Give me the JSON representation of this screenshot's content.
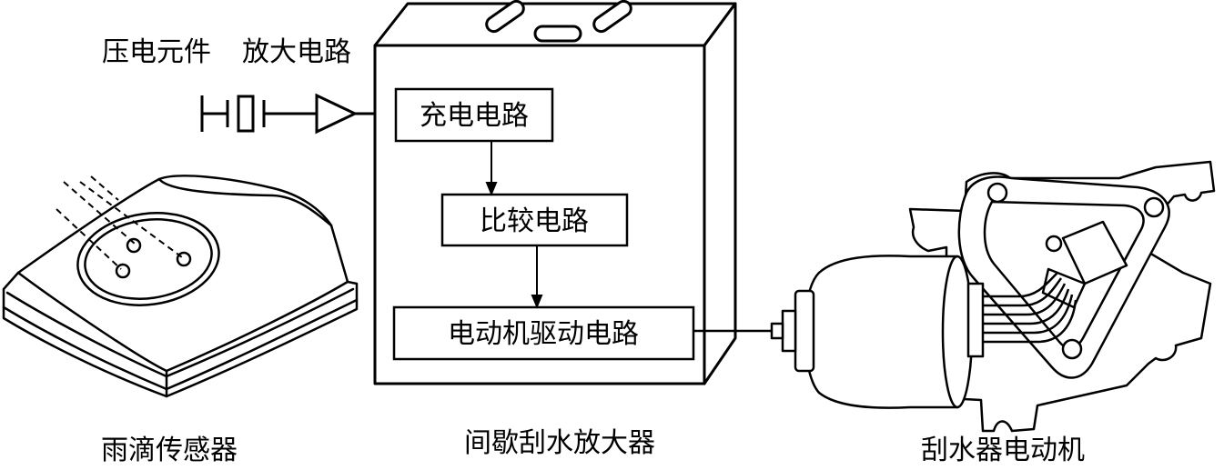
{
  "labels": {
    "piezo": "压电元件",
    "amplifier": "放大电路",
    "rain_sensor": "雨滴传感器",
    "wiper_amplifier": "间歇刮水放大器",
    "wiper_motor": "刮水器电动机"
  },
  "blocks": {
    "charging": "充电电路",
    "comparison": "比较电路",
    "motor_drive": "电动机驱动电路"
  },
  "colors": {
    "stroke": "#000000",
    "background": "#ffffff"
  }
}
